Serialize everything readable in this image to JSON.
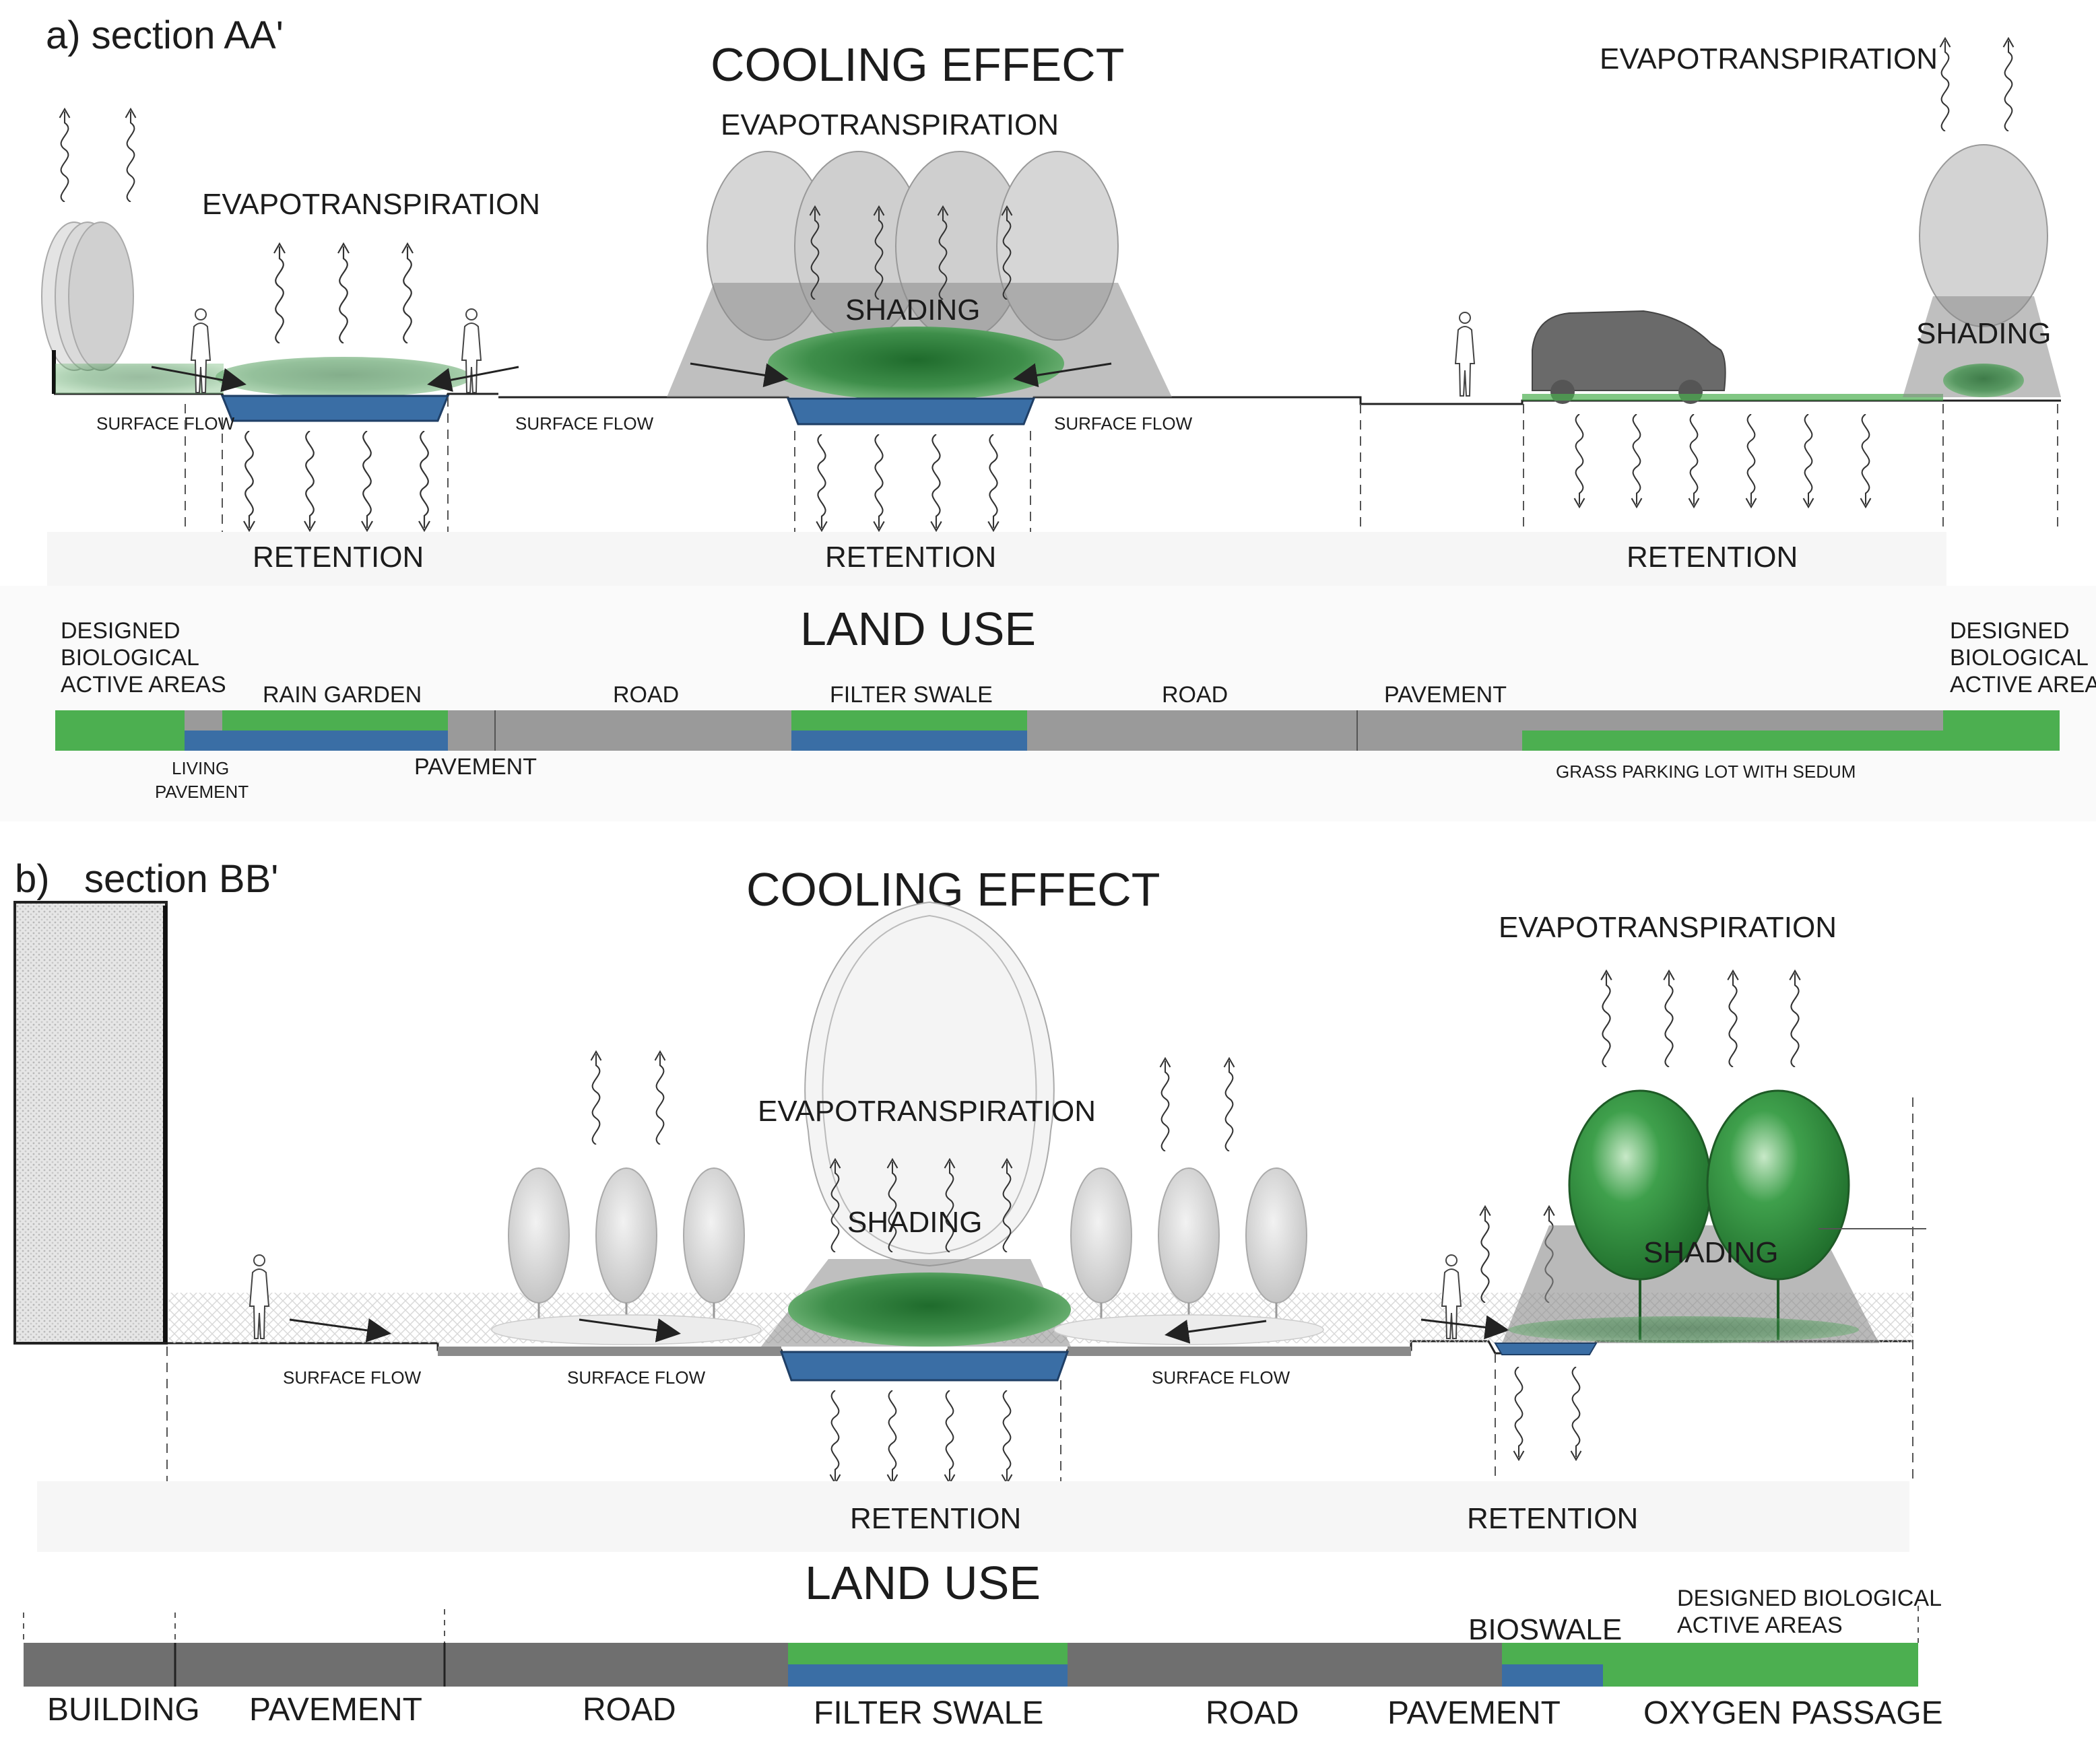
{
  "colors": {
    "green": "#4caf50",
    "blue": "#3a6ea5",
    "gray": "#9a9a9a",
    "dark_gray": "#6f6f6f",
    "tree_gray": "#d2d2d2",
    "tree_green": "#2e8b3e",
    "shade": "#8a8a8a"
  },
  "section_a": {
    "title": "a) section AA'",
    "cooling_effect": "COOLING EFFECT",
    "evapotranspiration_center": "EVAPOTRANSPIRATION",
    "evapotranspiration_left": "EVAPOTRANSPIRATION",
    "evapotranspiration_right": "EVAPOTRANSPIRATION",
    "shading_center": "SHADING",
    "shading_right": "SHADING",
    "surface_flow_1": "SURFACE FLOW",
    "surface_flow_2": "SURFACE FLOW",
    "surface_flow_3": "SURFACE FLOW",
    "retention_1": "RETENTION",
    "retention_2": "RETENTION",
    "retention_3": "RETENTION",
    "land_use_title": "LAND USE",
    "land_use": {
      "designed_left_1": "DESIGNED",
      "designed_left_2": "BIOLOGICAL",
      "designed_left_3": "ACTIVE AREAS",
      "rain_garden": "RAIN GARDEN",
      "road_1": "ROAD",
      "filter_swale": "FILTER SWALE",
      "road_2": "ROAD",
      "pavement_top": "PAVEMENT",
      "designed_right_1": "DESIGNED",
      "designed_right_2": "BIOLOGICAL",
      "designed_right_3": "ACTIVE AREAS",
      "living_1": "LIVING",
      "living_2": "PAVEMENT",
      "pavement_bottom": "PAVEMENT",
      "grass_parking": "GRASS PARKING LOT WITH SEDUM"
    }
  },
  "section_b": {
    "title_prefix": "b)",
    "title": "section BB'",
    "cooling_effect": "COOLING EFFECT",
    "evapotranspiration_center": "EVAPOTRANSPIRATION",
    "evapotranspiration_right": "EVAPOTRANSPIRATION",
    "shading_center": "SHADING",
    "shading_right": "SHADING",
    "surface_flow_1": "SURFACE FLOW",
    "surface_flow_2": "SURFACE FLOW",
    "surface_flow_3": "SURFACE FLOW",
    "retention_1": "RETENTION",
    "retention_2": "RETENTION",
    "land_use_title": "LAND USE",
    "land_use": {
      "building": "BUILDING",
      "pavement_1": "PAVEMENT",
      "road_1": "ROAD",
      "filter_swale": "FILTER SWALE",
      "road_2": "ROAD",
      "pavement_2": "PAVEMENT",
      "oxygen_passage": "OXYGEN PASSAGE",
      "bioswale": "BIOSWALE",
      "designed_1": "DESIGNED BIOLOGICAL",
      "designed_2": "ACTIVE AREAS"
    }
  }
}
